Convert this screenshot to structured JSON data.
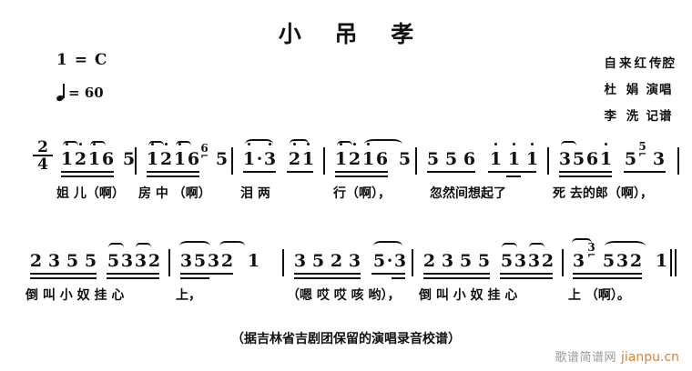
{
  "document": {
    "title": "小 吊 孝",
    "key_signature": "1 = C",
    "tempo_value": "= 60",
    "tempo_note_icon": "quarter-note-icon",
    "time_signature": {
      "numerator": "2",
      "denominator": "4"
    },
    "credits": [
      {
        "name": "自来红",
        "role": "传腔"
      },
      {
        "name": "杜 娟",
        "role": "演唱"
      },
      {
        "name": "李 洗",
        "role": "记谱"
      }
    ],
    "footnote": "（据吉林省吉剧团保留的演唱录音校谱）",
    "watermark": {
      "cn": "歌谱简谱网",
      "en": "jianpu.cn",
      "cn_color": "#9b9b9b",
      "en_color": "#e08030"
    }
  },
  "score": {
    "line1": {
      "measures": [
        {
          "notes": "1 2 1 6  5",
          "grace": ""
        },
        {
          "notes": "1 2 1 6  5",
          "grace": "6"
        },
        {
          "notes": "1 · 3  2 1",
          "grace": ""
        },
        {
          "notes": "1 2 1 6  5",
          "grace": ""
        },
        {
          "notes": "5 5 6  1 1 1",
          "grace": ""
        },
        {
          "notes": "3 5 6 1  5 3",
          "grace": "5"
        }
      ],
      "lyrics": [
        "姐 儿（啊）",
        "房 中 （啊）",
        "泪     两",
        "行（啊），",
        "忽然间想起了",
        "死 去的郎（啊），"
      ]
    },
    "line2": {
      "measures": [
        {
          "notes": "2 3 5 5  5 3 3 2",
          "grace": ""
        },
        {
          "notes": "3 5 3 2  1",
          "grace": ""
        },
        {
          "notes": "3 5 2 3  5 · 3",
          "grace": ""
        },
        {
          "notes": "2 3 5 5  5 3 3 2",
          "grace": ""
        },
        {
          "notes": "3 5 3 2  1",
          "grace": "3"
        }
      ],
      "lyrics": [
        "倒 叫 小 奴 挂   心",
        "上，",
        "（嗯 哎 哎 咳 哟），",
        "倒 叫 小 奴 挂   心",
        "上 （啊）。"
      ]
    }
  }
}
